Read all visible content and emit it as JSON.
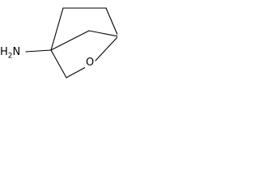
{
  "molecule": {
    "amine_label": "H",
    "amine_subscript": "2",
    "amine_atom": "N",
    "oxygen_label": "O"
  },
  "colors": {
    "bond": "#000000",
    "background": "#ffffff"
  }
}
